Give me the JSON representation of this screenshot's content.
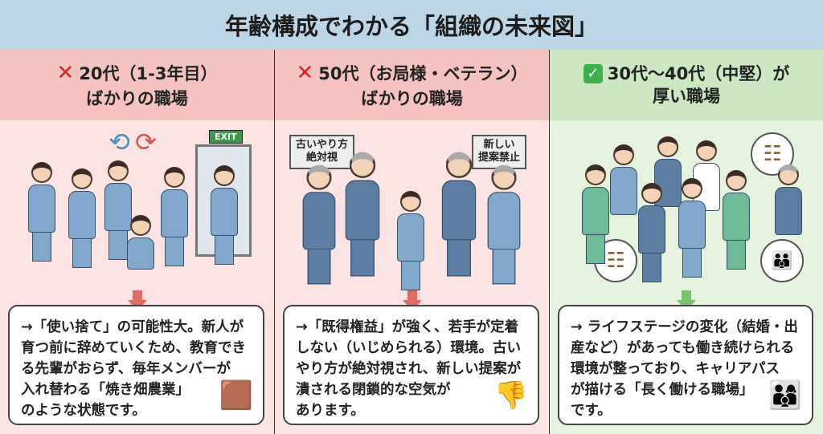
{
  "title": "年齢構成でわかる「組織の未来図」",
  "columns": [
    {
      "status_icon": "cross-icon",
      "mark": "✕",
      "heading_line1": "20代（1-3年目）",
      "heading_line2": "ばかりの職場",
      "exit_sign": "EXIT",
      "description": [
        "→「使い捨て」の可能性大。新人が",
        "育つ前に辞めていくため、教育でき",
        "る先輩がおらず、毎年メンバーが",
        "入れ替わる「焼き畑農業」",
        "のような状態です。"
      ],
      "deco_icon": "burnt-field-icon"
    },
    {
      "status_icon": "cross-icon",
      "mark": "✕",
      "heading_line1": "50代（お局様・ベテラン）",
      "heading_line2": "ばかりの職場",
      "sign_left": [
        "古いやり方",
        "絶対視"
      ],
      "sign_right": [
        "新しい",
        "提案禁止"
      ],
      "description": [
        "→「既得権益」が強く、若手が定着",
        "しない（いじめられる）環境。古い",
        "やり方が絶対視され、新しい提案が",
        "潰される閉鎖的な空気が",
        "あります。"
      ],
      "deco_icon": "thumbs-down-icon"
    },
    {
      "status_icon": "check-icon",
      "mark": "✓",
      "heading_line1": "30代〜40代（中堅）が",
      "heading_line2": "厚い職場",
      "description": [
        "→ ライフステージの変化（結婚・出",
        "産など）があっても働き続けられる",
        "環境が整っており、キャリアパス",
        "が描ける「長く働ける職場」",
        "です。"
      ],
      "deco_icon": "family-icon"
    }
  ],
  "colors": {
    "title_bg": "#bcd6e8",
    "bad_header": "#f4c3c0",
    "bad_body": "#fbe4e3",
    "good_header": "#cbe8c2",
    "good_body": "#e5f3de",
    "bad_arrow": "#df6d64",
    "good_arrow": "#79c36c"
  }
}
